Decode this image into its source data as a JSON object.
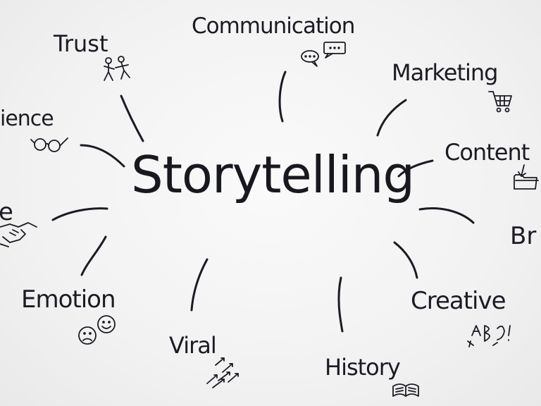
{
  "diagram": {
    "center_label": "Storytelling",
    "nodes": {
      "trust": "Trust",
      "communication": "Communication",
      "marketing": "Marketing",
      "content": "Content",
      "brand_partial": "Br",
      "audience_partial": "ience",
      "left_partial": "e",
      "emotion": "Emotion",
      "viral": "Viral",
      "history": "History",
      "creative": "Creative"
    },
    "icons": {
      "trust": "stick-figures-icon",
      "communication": "speech-bubbles-icon",
      "marketing": "shopping-cart-icon",
      "content": "folder-icon",
      "audience": "glasses-icon",
      "left": "handshake-icon",
      "emotion": "smiley-faces-icon",
      "viral": "arrows-icon",
      "history": "book-icon",
      "creative": "doodle-icon"
    },
    "ink_color": "#1b1b24"
  }
}
